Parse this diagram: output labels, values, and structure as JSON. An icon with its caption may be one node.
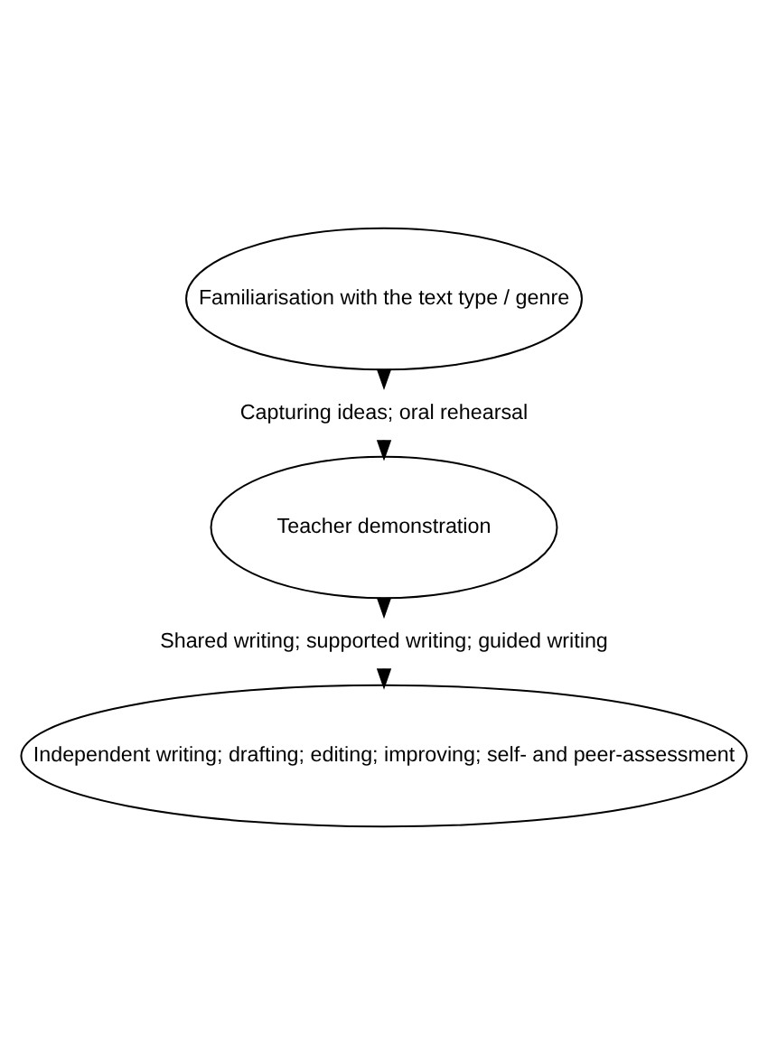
{
  "diagram": {
    "nodes": [
      {
        "text": [
          "Familiarisation with the text type / genre"
        ]
      },
      {
        "text": [
          "Capturing ideas; oral rehearsal"
        ]
      },
      {
        "text": [
          "Teacher demonstration"
        ]
      },
      {
        "text": [
          "Shared writing; supported writing; guided writing"
        ]
      },
      {
        "text": [
          "Independent writing; drafting; editing; improving; self- and peer-assessment"
        ]
      }
    ],
    "edges": [
      {
        "from": 0,
        "to": 1,
        "arrow": "to"
      },
      {
        "from": 1,
        "to": 2,
        "arrow": "to"
      },
      {
        "from": 2,
        "to": 3,
        "arrow": "to"
      },
      {
        "from": 3,
        "to": 4,
        "arrow": "to"
      }
    ]
  }
}
